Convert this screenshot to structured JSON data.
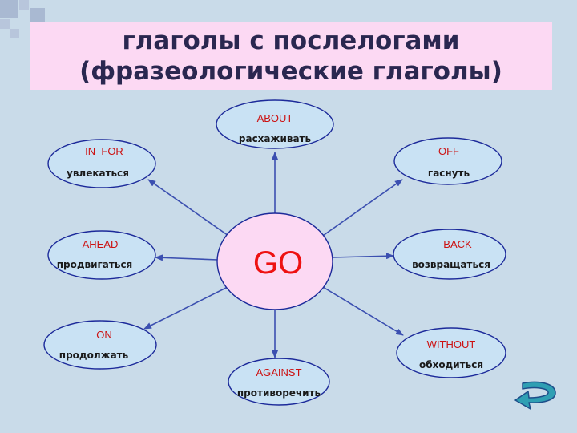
{
  "title": {
    "line1": "глаголы с послелогами",
    "line2": "(фразеологические глаголы)"
  },
  "center": {
    "word": "GO"
  },
  "nodes": [
    {
      "id": "about",
      "word": "ABOUT",
      "translation": "расхаживать"
    },
    {
      "id": "in-for",
      "word": "IN  FOR",
      "translation": "увлекаться"
    },
    {
      "id": "off",
      "word": "OFF",
      "translation": "гаснуть"
    },
    {
      "id": "ahead",
      "word": "AHEAD",
      "translation": "продвигаться"
    },
    {
      "id": "back",
      "word": "BACK",
      "translation": "возвращаться"
    },
    {
      "id": "on",
      "word": "ON",
      "translation": "продолжать"
    },
    {
      "id": "without",
      "word": "WITHOUT",
      "translation": "обходиться"
    },
    {
      "id": "against",
      "word": "AGAINST",
      "translation": "противоречить"
    }
  ],
  "colors": {
    "background": "#c9dbe9",
    "title_box": "#fcd9f3",
    "ellipse_fill": "#c9e2f4",
    "center_fill": "#fcd9f3",
    "outline": "#1c2a9a",
    "word": "#cc1111",
    "translation": "#1a1a1a",
    "arrow": "#3b4fb0",
    "corner_squares": "#a8b8d0"
  },
  "icons": {
    "back_button": "return-arrow-icon"
  }
}
